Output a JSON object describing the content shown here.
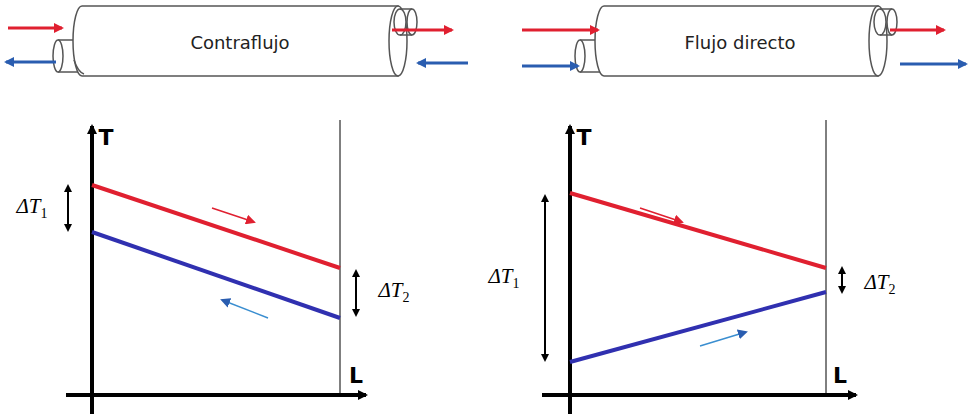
{
  "diagram": {
    "nodes": [
      {
        "text": [
          "Contraflujo"
        ]
      },
      {
        "text": [
          "Flujo directo"
        ]
      }
    ],
    "labels": [
      "T",
      "ΔT1",
      "ΔT2",
      "L",
      "T",
      "ΔT1",
      "ΔT2",
      "L"
    ]
  }
}
